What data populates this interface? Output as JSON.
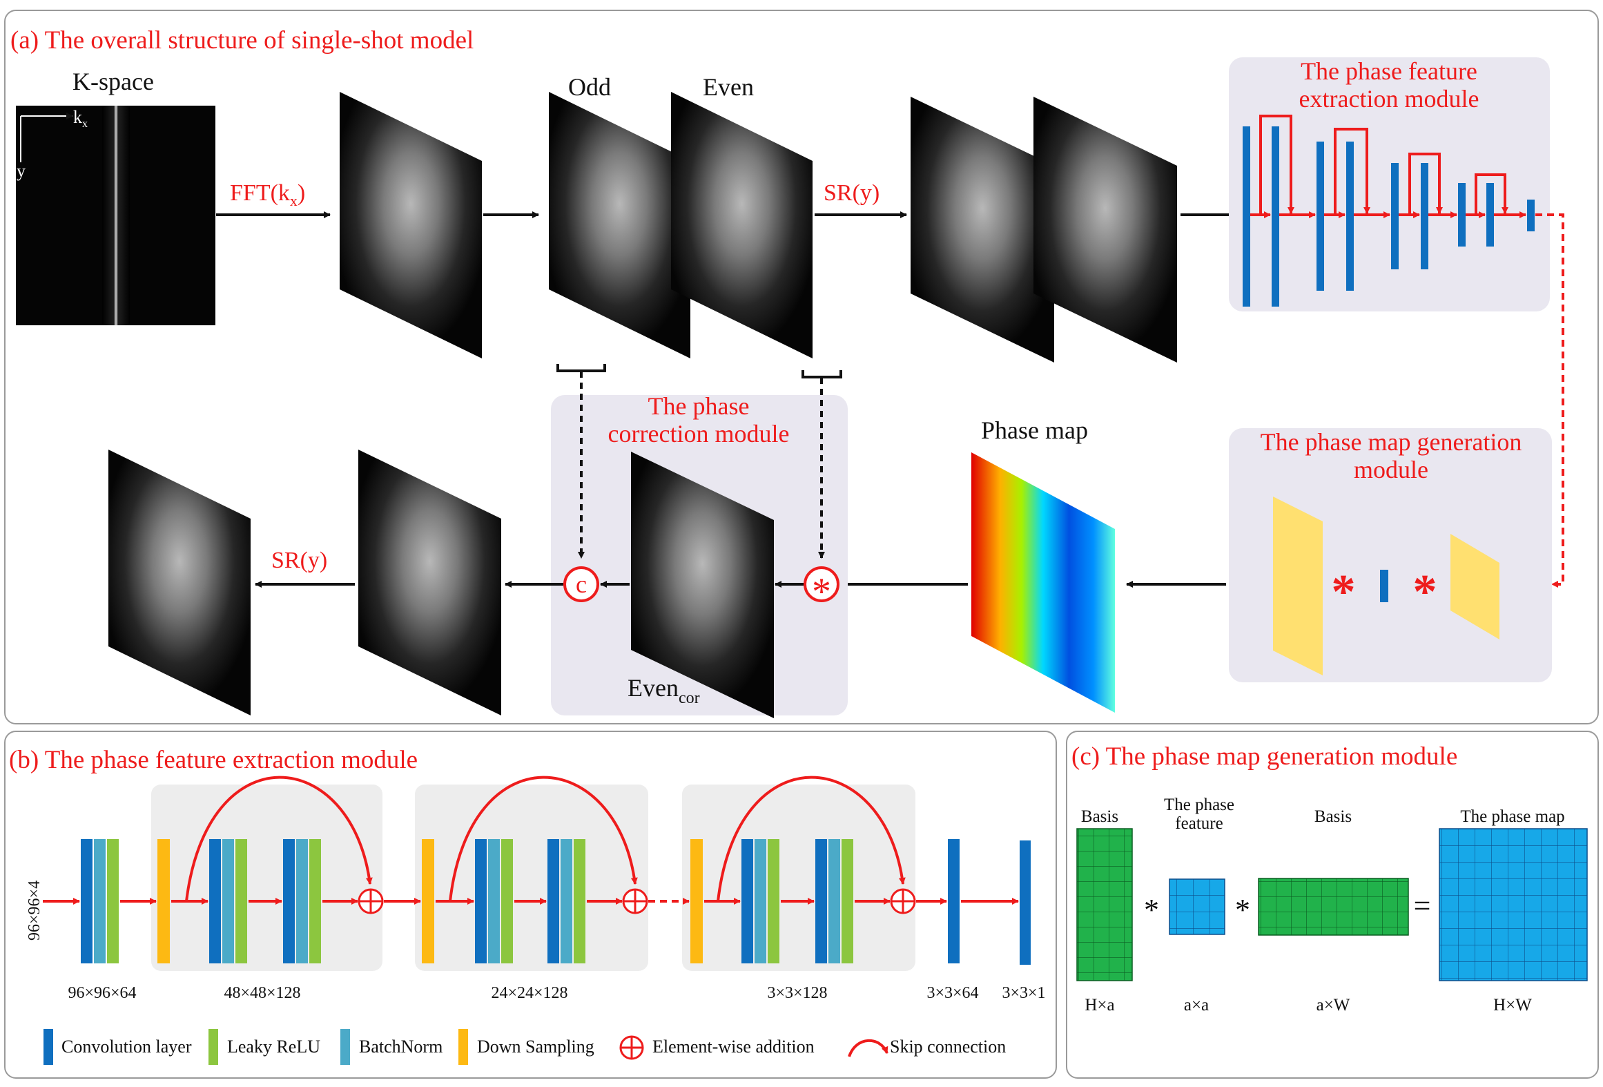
{
  "panel_a": {
    "title": "(a) The overall structure of single-shot model",
    "kspace_label": "K-space",
    "kx_label": "k",
    "kx_sub": "x",
    "y_label": "y",
    "fft_label": "FFT(k",
    "fft_sub": "x",
    "fft_close": ")",
    "odd_label": "Odd",
    "even_label": "Even",
    "sr_label_top": "SR(y)",
    "pfe_title_1": "The phase feature",
    "pfe_title_2": "extraction module",
    "pmg_title_1": "The phase map generation",
    "pmg_title_2": "module",
    "phase_map_label": "Phase map",
    "pc_title_1": "The phase",
    "pc_title_2": "correction module",
    "even_cor_label": "Even",
    "even_cor_sub": "cor",
    "sr_label_bottom": "SR(y)",
    "concat_symbol": "c",
    "conv_symbol": "*",
    "star_symbol": "*"
  },
  "panel_b": {
    "title": "(b) The phase feature extraction module",
    "input_dim": "96×96×4",
    "dims": [
      "96×96×64",
      "48×48×128",
      "24×24×128",
      "3×3×128",
      "3×3×64",
      "3×3×1"
    ],
    "legend": {
      "conv": "Convolution layer",
      "leaky": "Leaky ReLU",
      "bn": "BatchNorm",
      "down": "Down Sampling",
      "add": "Element-wise addition",
      "skip": "Skip connection"
    }
  },
  "panel_c": {
    "title": "(c) The phase map generation module",
    "basis_left": "Basis",
    "phase_feature_1": "The phase",
    "phase_feature_2": "feature",
    "basis_right": "Basis",
    "phase_map": "The phase map",
    "dim_hxa": "H×a",
    "dim_axa": "a×a",
    "dim_axw": "a×W",
    "dim_hxw": "H×W",
    "star": "*",
    "equals": "="
  },
  "colors": {
    "red": "#ee1c1c",
    "conv_blue": "#0f6fbf",
    "leaky_green": "#8cc63f",
    "bn_teal": "#4baac8",
    "down_yellow": "#fdb913",
    "module_bg": "#e9e7f0",
    "block_bg": "#ededed",
    "pmg_yellow": "#ffe070",
    "basis_green": "#21b24b",
    "feature_blue": "#17a8e8"
  }
}
